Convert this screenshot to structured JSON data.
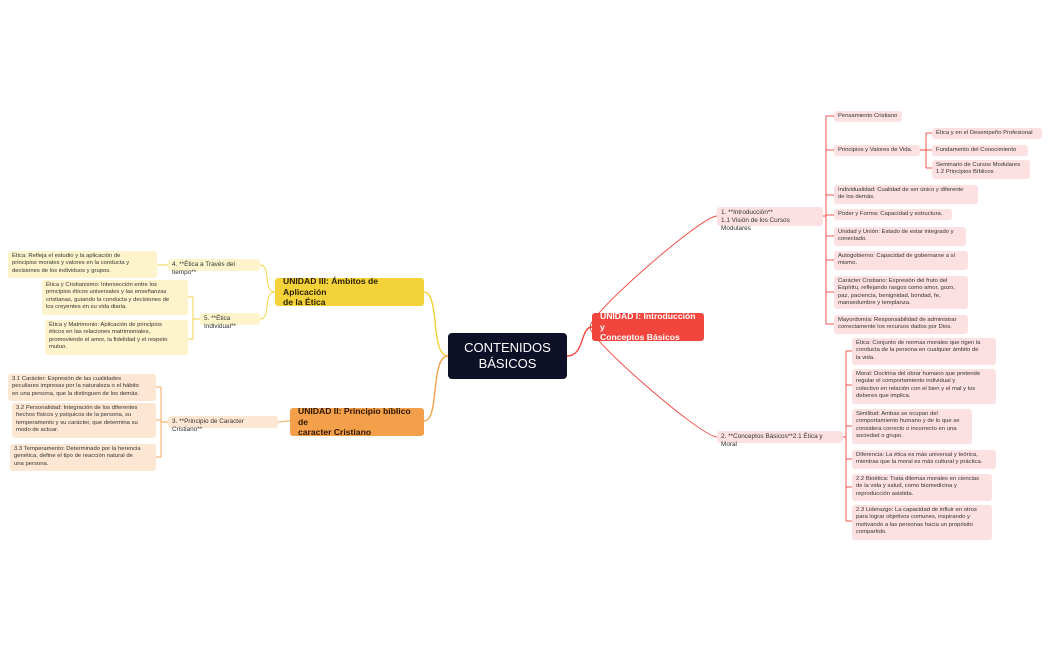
{
  "central": {
    "title": "CONTENIDOS\nBÁSICOS"
  },
  "colors": {
    "central": "#0d1026",
    "unit1": "#f2453d",
    "unit3": "#f4d23a",
    "unit2": "#f4a04a"
  },
  "unit1": {
    "title": "UNIDAD I: Introducción y\nConceptos Básicos",
    "branch_intro": {
      "label": "1. **Introducción**\n1.1 Visión de los Cursos Modulares",
      "items": [
        "Pensamiento Cristiano",
        "Principios y Valores de Vida.",
        "Individualidad: Cualidad de ser único y diferente\nde los demás.",
        "Poder y Forma: Capacidad y estructura.",
        "Unidad y Unión: Estado de estar integrado y\nconectado.",
        "Autogobierno: Capacidad de gobernarse a sí\nmismo.",
        "Carácter Cristiano: Expresión del fruto del\nEspíritu, reflejando rasgos como amor, gozo,\npaz, paciencia, benignidad, bondad, fe,\nmansedumbre y templanza.",
        "Mayordomía: Responsabilidad de administrar\ncorrectamente los recursos dados por Dios."
      ],
      "principios_children": [
        "Ética y en el Desempeño Profesional",
        "Fundamento del Conocimiento",
        "Seminario de Cursos Modulares\n1.2 Principios Bíblicos"
      ]
    },
    "branch_conceptos": {
      "label": "2. **Conceptos Básicos**2.1 Ética y Moral",
      "items": [
        "Ética: Conjunto de normas morales que rigen la\nconducta de la persona en cualquier ámbito de\nla vida.",
        "Moral: Doctrina del obrar humano que pretende\nregular el comportamiento individual y\ncolectivo en relación con el bien y el mal y los\ndeberes que implica.",
        "Similitud: Ambas se ocupan del\ncomportamiento humano y de lo que se\nconsidera correcto o incorrecto en una\nsociedad o grupo.",
        "Diferencia: La ética es más universal y teórica,\nmientras que la moral es más cultural y práctica.",
        "2.2 Bioética: Trata dilemas morales en ciencias\nde la vida y salud, como biomedicina y\nreproducción asistida.",
        "2.3 Liderazgo: La capacidad de influir en otros\npara lograr objetivos comunes, inspirando y\nmotivando a las personas hacia un propósito\ncompartido."
      ]
    }
  },
  "unit3": {
    "title": "UNIDAD III: Ámbitos de Aplicación\nde la Ética",
    "branch_tiempo": {
      "label": "4. **Ética a Través del tiempo**",
      "note_icon": "notes-icon",
      "items": [
        "Ética: Refleja el estudio y la aplicación de\nprincipios morales y valores en la conducta y\ndecisiones de los individuos y grupos."
      ]
    },
    "branch_individual": {
      "label": "5. **Ética Individual**",
      "items": [
        "Ética y Cristianismo: Intersección entre los\nprincipios éticos universales y las enseñanzas\ncristianas, guiando la conducta y decisiones de\nlos creyentes en su vida diaria.",
        "Ética y Matrimonio: Aplicación de principios\néticos en las relaciones matrimoniales,\npromoviendo el amor, la fidelidad y el respeto\nmutuo."
      ]
    }
  },
  "unit2": {
    "title": "UNIDAD II: Principio bíblico de\ncaracter Cristiano",
    "branch_caracter": {
      "label": "3. **Principio de Caracter Cristiano**",
      "items": [
        "3.1 Carácter: Expresión de las cualidades\npeculiares impresas por la naturaleza o el hábito\nen una persona, que la distinguen de los demás.",
        "3.2 Personalidad: Integración de los diferentes\nhechos físicos y psíquicos de la persona, su\ntemperamento y su carácter, que determina su\nmodo de actuar.",
        "3.3 Temperamento: Determinado por la herencia\ngenética, define el tipo de reacción natural de\nuna persona."
      ]
    }
  }
}
